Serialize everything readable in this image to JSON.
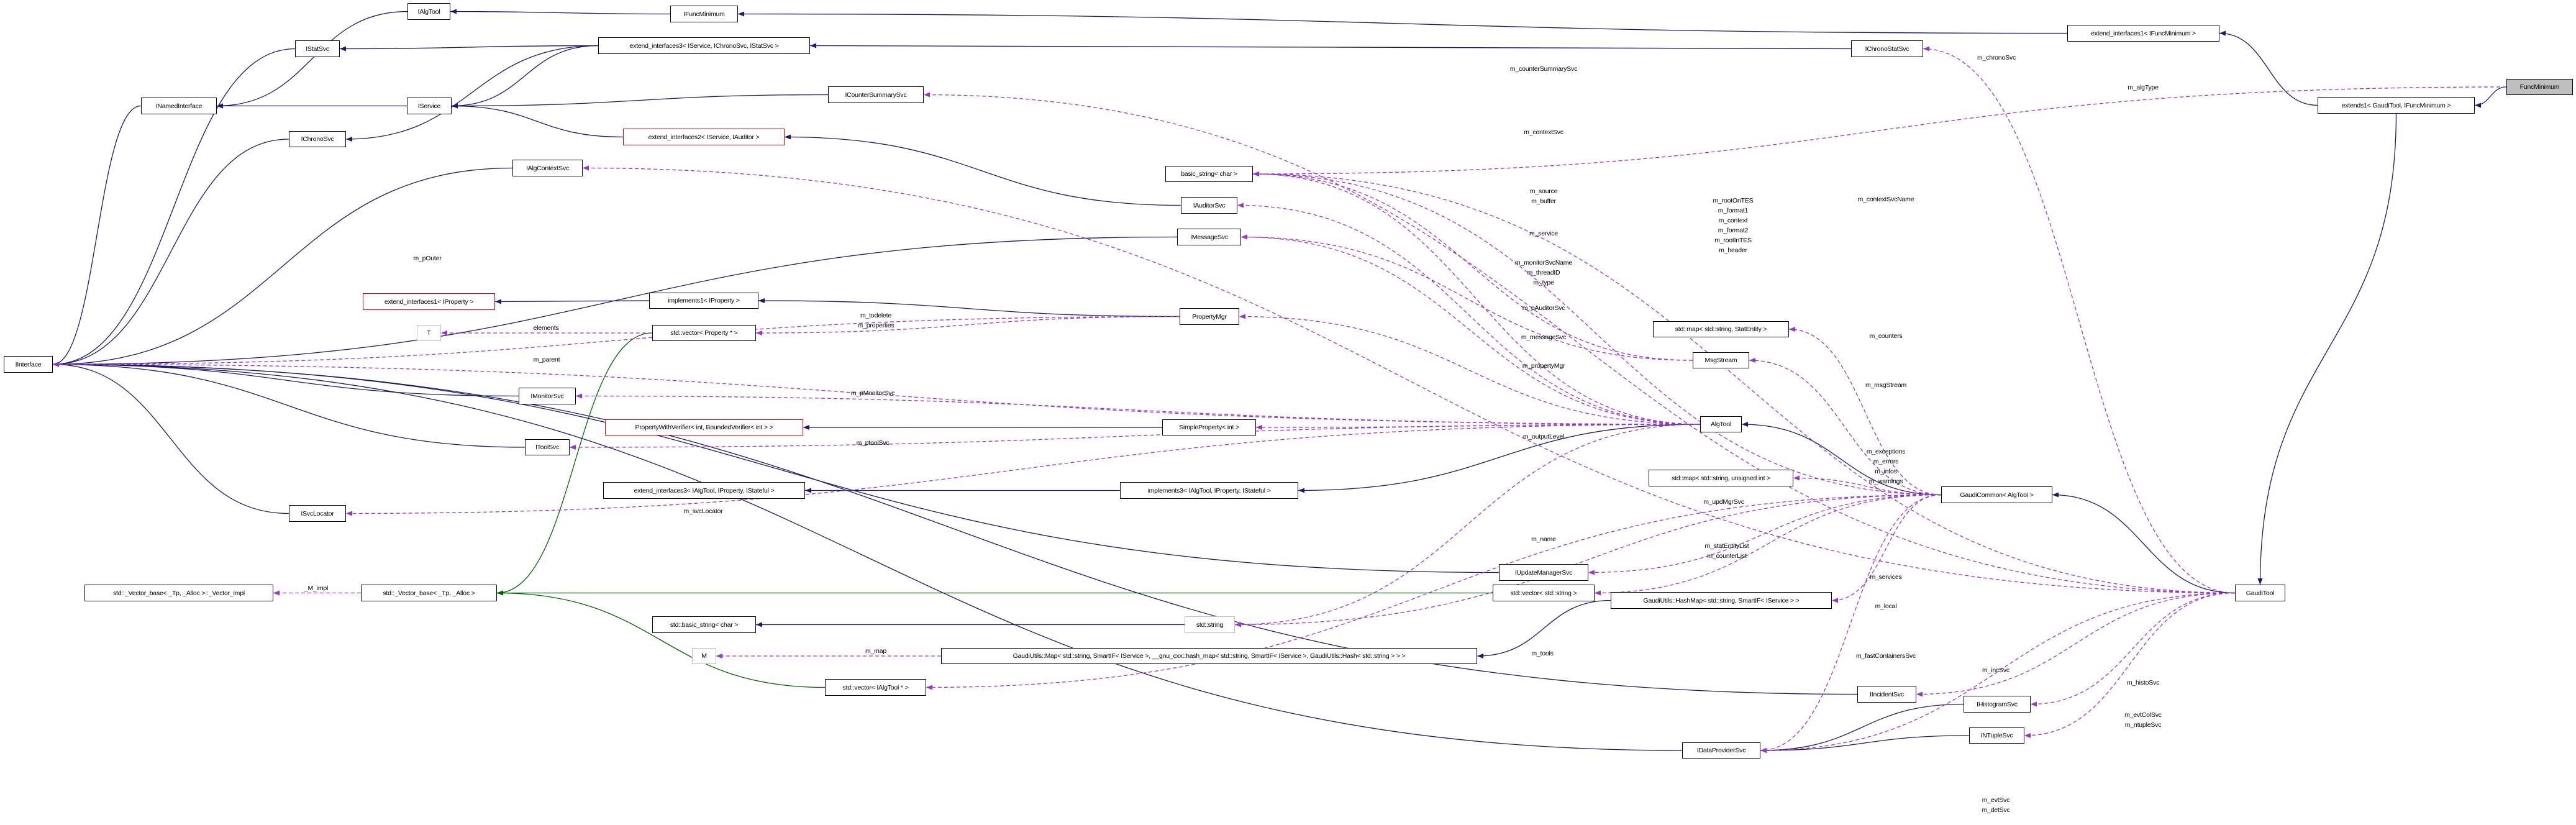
{
  "colors": {
    "inheritance": "#191970",
    "template": "#006400",
    "usage": "#9a32cd",
    "focus_fill": "#bfbfbf",
    "undocumented_border": "#e00000"
  },
  "nodes": [
    {
      "id": "IAlgTool",
      "label": "IAlgTool",
      "style": "normal"
    },
    {
      "id": "IFuncMinimum",
      "label": "IFuncMinimum",
      "style": "normal"
    },
    {
      "id": "IStatSvc",
      "label": "IStatSvc",
      "style": "normal"
    },
    {
      "id": "ext_if3",
      "label": "extend_interfaces3< IService, IChronoSvc, IStatSvc >",
      "style": "normal"
    },
    {
      "id": "INamedInterface",
      "label": "INamedInterface",
      "style": "normal"
    },
    {
      "id": "IService",
      "label": "IService",
      "style": "normal"
    },
    {
      "id": "ICounterSummarySvc",
      "label": "ICounterSummarySvc",
      "style": "normal"
    },
    {
      "id": "IChronoSvc",
      "label": "IChronoSvc",
      "style": "normal"
    },
    {
      "id": "ext_if2",
      "label": "extend_interfaces2< IService, IAuditor >",
      "style": "red"
    },
    {
      "id": "IAlgContextSvc",
      "label": "IAlgContextSvc",
      "style": "normal"
    },
    {
      "id": "basic_string",
      "label": "basic_string< char >",
      "style": "normal"
    },
    {
      "id": "IAuditorSvc",
      "label": "IAuditorSvc",
      "style": "normal"
    },
    {
      "id": "IMessageSvc",
      "label": "IMessageSvc",
      "style": "normal"
    },
    {
      "id": "ext_if1",
      "label": "extend_interfaces1< IFuncMinimum >",
      "style": "normal"
    },
    {
      "id": "IChronoStatSvc",
      "label": "IChronoStatSvc",
      "style": "normal"
    },
    {
      "id": "FuncMinimum",
      "label": "FuncMinimum",
      "style": "focus"
    },
    {
      "id": "extends1",
      "label": "extends1< GaudiTool, IFuncMinimum >",
      "style": "normal"
    },
    {
      "id": "ext_if1prop",
      "label": "extend_interfaces1< IProperty >",
      "style": "red"
    },
    {
      "id": "implements1",
      "label": "implements1< IProperty >",
      "style": "normal"
    },
    {
      "id": "T",
      "label": "T",
      "style": "gray"
    },
    {
      "id": "vecProp",
      "label": "std::vector< Property * >",
      "style": "normal"
    },
    {
      "id": "IInterface",
      "label": "IInterface",
      "style": "normal"
    },
    {
      "id": "IMonitorSvc",
      "label": "IMonitorSvc",
      "style": "normal"
    },
    {
      "id": "PWV",
      "label": "PropertyWithVerifier< int, BoundedVerifier< int > >",
      "style": "red"
    },
    {
      "id": "IToolSvc",
      "label": "IToolSvc",
      "style": "normal"
    },
    {
      "id": "extif3alg",
      "label": "extend_interfaces3< IAlgTool, IProperty, IStateful >",
      "style": "normal"
    },
    {
      "id": "ISvcLocator",
      "label": "ISvcLocator",
      "style": "normal"
    },
    {
      "id": "PropertyMgr",
      "label": "PropertyMgr",
      "style": "normal"
    },
    {
      "id": "SimpleProperty",
      "label": "SimpleProperty< int >",
      "style": "normal"
    },
    {
      "id": "implements3",
      "label": "implements3< IAlgTool, IProperty, IStateful >",
      "style": "normal"
    },
    {
      "id": "AlgTool",
      "label": "AlgTool",
      "style": "normal"
    },
    {
      "id": "mapStat",
      "label": "std::map< std::string, StatEntity >",
      "style": "normal"
    },
    {
      "id": "MsgStream",
      "label": "MsgStream",
      "style": "normal"
    },
    {
      "id": "mapUint",
      "label": "std::map< std::string, unsigned int >",
      "style": "normal"
    },
    {
      "id": "GaudiCommon",
      "label": "GaudiCommon< AlgTool >",
      "style": "normal"
    },
    {
      "id": "vecImpl",
      "label": "std::_Vector_base< _Tp, _Alloc >::_Vector_impl",
      "style": "normal"
    },
    {
      "id": "vecBase",
      "label": "std::_Vector_base< _Tp, _Alloc >",
      "style": "normal"
    },
    {
      "id": "stdBasicString",
      "label": "std::basic_string< char >",
      "style": "normal"
    },
    {
      "id": "M",
      "label": "M",
      "style": "gray"
    },
    {
      "id": "vecAlgTool",
      "label": "std::vector< IAlgTool * >",
      "style": "normal"
    },
    {
      "id": "IUpdateManagerSvc",
      "label": "IUpdateManagerSvc",
      "style": "normal"
    },
    {
      "id": "vecString",
      "label": "std::vector< std::string >",
      "style": "normal"
    },
    {
      "id": "HashMap",
      "label": "GaudiUtils::HashMap< std::string, SmartIF< IService > >",
      "style": "normal"
    },
    {
      "id": "stdString",
      "label": "std::string",
      "style": "gray"
    },
    {
      "id": "GMap",
      "label": "GaudiUtils::Map< std::string, SmartIF< IService >, __gnu_cxx::hash_map< std::string, SmartIF< IService >, GaudiUtils::Hash< std::string > > >",
      "style": "normal"
    },
    {
      "id": "IDataProviderSvc",
      "label": "IDataProviderSvc",
      "style": "normal"
    },
    {
      "id": "GaudiTool",
      "label": "GaudiTool",
      "style": "normal"
    },
    {
      "id": "IIncidentSvc",
      "label": "IIncidentSvc",
      "style": "normal"
    },
    {
      "id": "IHistogramSvc",
      "label": "IHistogramSvc",
      "style": "normal"
    },
    {
      "id": "INTupleSvc",
      "label": "INTupleSvc",
      "style": "normal"
    }
  ],
  "edge_labels": [
    {
      "id": "pOuter",
      "lines": [
        "m_pOuter"
      ]
    },
    {
      "id": "counterSummary",
      "lines": [
        "m_counterSummarySvc"
      ]
    },
    {
      "id": "contextSvc",
      "lines": [
        "m_contextSvc"
      ]
    },
    {
      "id": "chronoSvc",
      "lines": [
        "m_chronoSvc"
      ]
    },
    {
      "id": "algType",
      "lines": [
        "m_algType"
      ]
    },
    {
      "id": "contextSvcName",
      "lines": [
        "m_contextSvcName"
      ]
    },
    {
      "id": "source",
      "lines": [
        "m_source",
        "m_buffer"
      ]
    },
    {
      "id": "rootOnTES",
      "lines": [
        "m_rootOnTES",
        "m_format1",
        "m_context",
        "m_format2",
        "m_rootInTES",
        "m_header"
      ]
    },
    {
      "id": "service",
      "lines": [
        "m_service"
      ]
    },
    {
      "id": "monitorSvcName",
      "lines": [
        "m_monitorSvcName",
        "m_threadID",
        "m_type"
      ]
    },
    {
      "id": "pAuditorSvc",
      "lines": [
        "m_pAuditorSvc"
      ]
    },
    {
      "id": "messageSvc",
      "lines": [
        "m_messageSvc"
      ]
    },
    {
      "id": "propertyMgr",
      "lines": [
        "m_propertyMgr"
      ]
    },
    {
      "id": "outputLevel",
      "lines": [
        "m_outputLevel"
      ]
    },
    {
      "id": "name",
      "lines": [
        "m_name"
      ]
    },
    {
      "id": "elements",
      "lines": [
        "elements"
      ]
    },
    {
      "id": "todelete",
      "lines": [
        "m_todelete",
        "m_properties"
      ]
    },
    {
      "id": "parent",
      "lines": [
        "m_parent"
      ]
    },
    {
      "id": "pMonitorSvc",
      "lines": [
        "m_pMonitorSvc"
      ]
    },
    {
      "id": "ptoolSvc",
      "lines": [
        "m_ptoolSvc"
      ]
    },
    {
      "id": "svcLocator",
      "lines": [
        "m_svcLocator"
      ]
    },
    {
      "id": "counters",
      "lines": [
        "m_counters"
      ]
    },
    {
      "id": "msgStream",
      "lines": [
        "m_msgStream"
      ]
    },
    {
      "id": "exceptions",
      "lines": [
        "m_exceptions",
        "m_errors",
        "m_infos",
        "m_warnings"
      ]
    },
    {
      "id": "updMgrSvc",
      "lines": [
        "m_updMgrSvc"
      ]
    },
    {
      "id": "statEntityList",
      "lines": [
        "m_statEntityList",
        "m_counterList"
      ]
    },
    {
      "id": "services",
      "lines": [
        "m_services"
      ]
    },
    {
      "id": "local",
      "lines": [
        "m_local"
      ]
    },
    {
      "id": "fastContainersSvc",
      "lines": [
        "m_fastContainersSvc"
      ]
    },
    {
      "id": "incSvc",
      "lines": [
        "m_incSvc"
      ]
    },
    {
      "id": "histoSvc",
      "lines": [
        "m_histoSvc"
      ]
    },
    {
      "id": "evtColSvc",
      "lines": [
        "m_evtColSvc",
        "m_ntupleSvc"
      ]
    },
    {
      "id": "evtSvc",
      "lines": [
        "m_evtSvc",
        "m_detSvc"
      ]
    },
    {
      "id": "M_impl",
      "lines": [
        "_M_impl"
      ]
    },
    {
      "id": "map",
      "lines": [
        "m_map"
      ]
    },
    {
      "id": "tools",
      "lines": [
        "m_tools"
      ]
    }
  ]
}
